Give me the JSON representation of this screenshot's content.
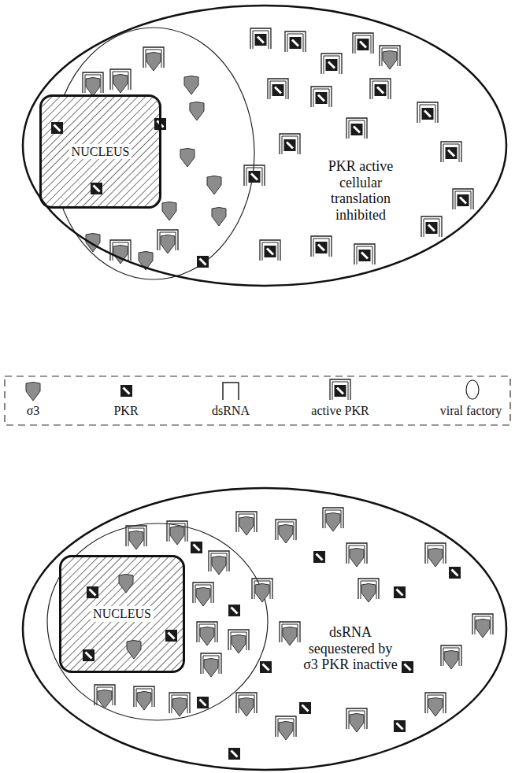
{
  "diagram": {
    "nodes": [
      {
        "text": [
          "PKR active cellular translation inhibited"
        ]
      },
      {
        "text": [
          "NUCLEUS"
        ],
        "in": 0
      },
      {
        "text": [
          "dsRNA sequestered by σ3 PKR inactive"
        ]
      },
      {
        "text": [
          "NUCLEUS"
        ],
        "in": 2
      }
    ],
    "legend": [
      {
        "text": "σ3"
      },
      {
        "text": "PKR"
      },
      {
        "text": "dsRNA"
      },
      {
        "text": "active PKR"
      },
      {
        "text": "viral factory"
      }
    ]
  }
}
